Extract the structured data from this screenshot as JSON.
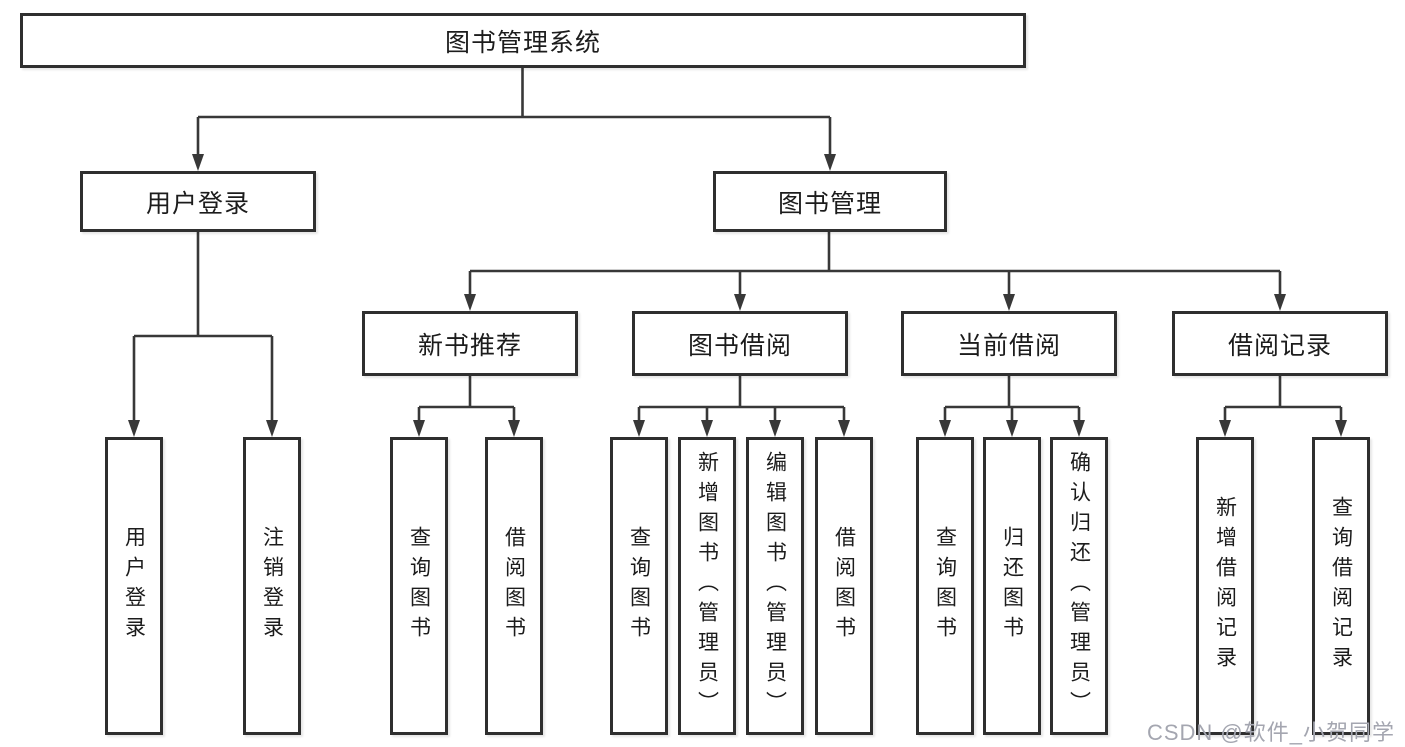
{
  "diagram": {
    "root": {
      "label": "图书管理系统"
    },
    "branches": [
      {
        "label": "用户登录",
        "leaves": [
          "用户登录",
          "注销登录"
        ]
      },
      {
        "label": "图书管理",
        "children": [
          {
            "label": "新书推荐",
            "leaves": [
              "查询图书",
              "借阅图书"
            ]
          },
          {
            "label": "图书借阅",
            "leaves": [
              "查询图书",
              "新增图书（管理员）",
              "编辑图书（管理员）",
              "借阅图书"
            ]
          },
          {
            "label": "当前借阅",
            "leaves": [
              "查询图书",
              "归还图书",
              "确认归还（管理员）"
            ]
          },
          {
            "label": "借阅记录",
            "leaves": [
              "新增借阅记录",
              "查询借阅记录"
            ]
          }
        ]
      }
    ]
  },
  "watermark": {
    "text": "CSDN @软件_小贺同学"
  },
  "colors": {
    "line": "#383838",
    "box_border": "#2f2f2f",
    "text": "#1c1c1c",
    "watermark": "#a4a6b0",
    "background": "#ffffff"
  }
}
